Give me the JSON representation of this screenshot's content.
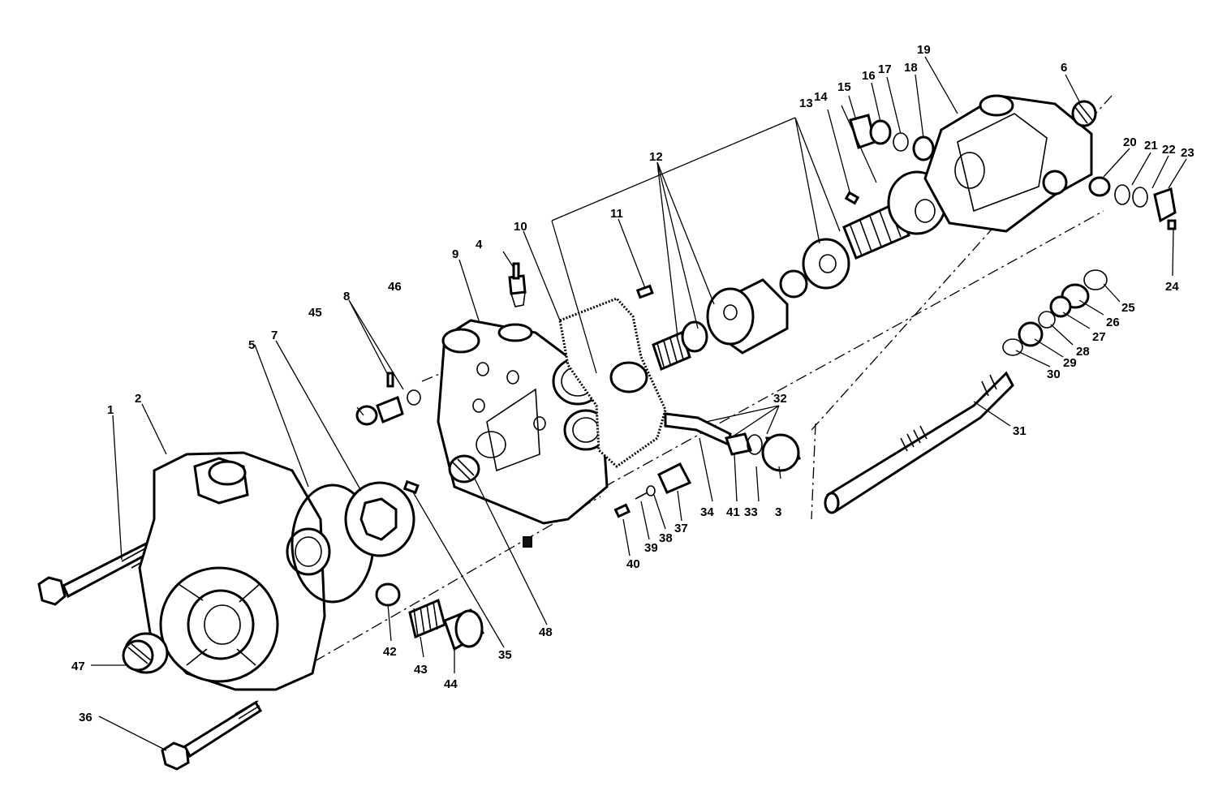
{
  "callouts": [
    "1",
    "2",
    "3",
    "4",
    "5",
    "6",
    "7",
    "8",
    "9",
    "10",
    "11",
    "12",
    "13",
    "14",
    "15",
    "16",
    "17",
    "18",
    "19",
    "20",
    "21",
    "22",
    "23",
    "24",
    "25",
    "26",
    "27",
    "28",
    "29",
    "30",
    "31",
    "32",
    "33",
    "34",
    "35",
    "36",
    "37",
    "38",
    "39",
    "40",
    "41",
    "42",
    "43",
    "44",
    "45",
    "46",
    "47",
    "48"
  ]
}
